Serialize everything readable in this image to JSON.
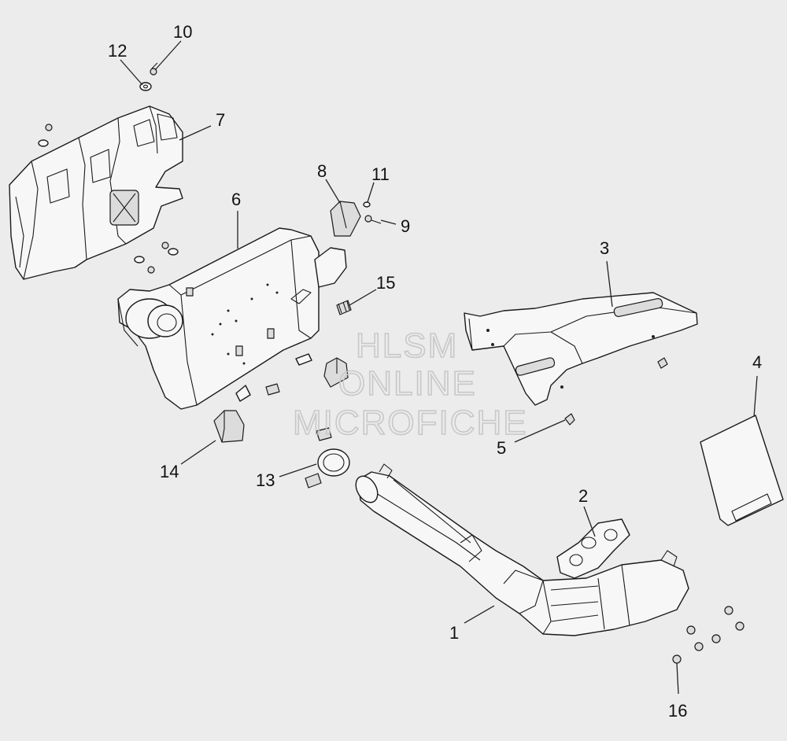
{
  "background": "#ececec",
  "callouts": {
    "c1": "1",
    "c2": "2",
    "c3": "3",
    "c4": "4",
    "c5": "5",
    "c6": "6",
    "c7": "7",
    "c8": "8",
    "c9": "9",
    "c10": "10",
    "c11": "11",
    "c12": "12",
    "c13": "13",
    "c14": "14",
    "c15": "15",
    "c16": "16"
  },
  "watermark": {
    "line1": "HLSM",
    "line2": "ONLINE",
    "line3": "MICROFICHE",
    "color": "#c8c8c8"
  }
}
